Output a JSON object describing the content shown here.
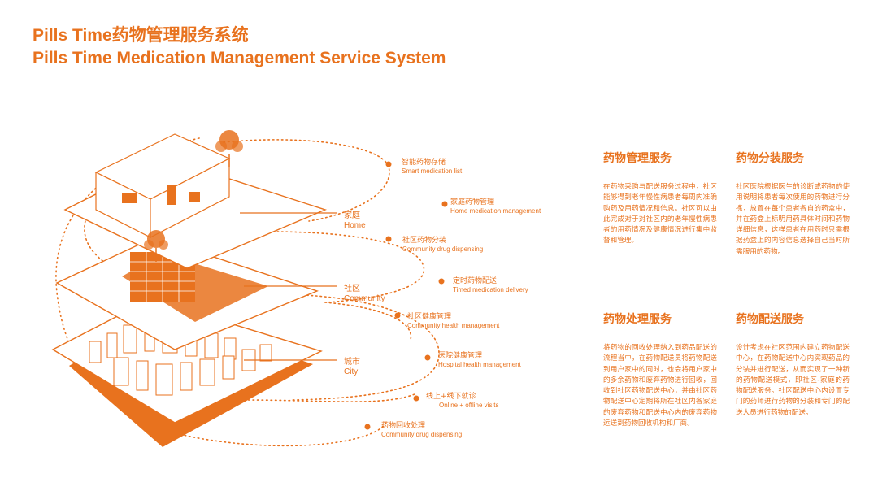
{
  "header": {
    "title_zh": "Pills Time药物管理服务系统",
    "title_en": "Pills Time Medication Management Service System"
  },
  "colors": {
    "accent": "#e8721e",
    "background": "#ffffff"
  },
  "layers": [
    {
      "zh": "家庭",
      "en": "Home"
    },
    {
      "zh": "社区",
      "en": "Community"
    },
    {
      "zh": "城市",
      "en": "City"
    }
  ],
  "flow_nodes": [
    {
      "zh": "智能药物存储",
      "en": "Smart medication list"
    },
    {
      "zh": "家庭药物管理",
      "en": "Home medication management"
    },
    {
      "zh": "社区药物分装",
      "en": "Community drug dispensing"
    },
    {
      "zh": "定时药物配送",
      "en": "Timed medication delivery"
    },
    {
      "zh": "社区健康管理",
      "en": "Community health management"
    },
    {
      "zh": "医院健康管理",
      "en": "Hospital health management"
    },
    {
      "zh": "线上+线下就诊",
      "en": "Online + offline visits"
    },
    {
      "zh": "药物回收处理",
      "en": "Community drug dispensing"
    }
  ],
  "services": [
    {
      "title": "药物管理服务",
      "body": "在药物采购与配送服务过程中，社区能够得到老年慢性病患者每周内准确购药及用药情况和信息。社区可以由此完成对于对社区内的老年慢性病患者的用药情况及健康情况进行集中监督和管理。"
    },
    {
      "title": "药物分装服务",
      "body": "社区医院根据医生的诊断或药物的使用说明将患者每次使用的药物进行分拣，放置在每个患者各自的药盒中，并在药盒上标明用药具体时间和药物详细信息，这样患者在用药时只需根据药盒上的内容信息选择自己当时所需服用的药物。"
    },
    {
      "title": "药物处理服务",
      "body": "将药物的回收处理纳入到药品配送的流程当中，在药物配送员将药物配送到用户家中的同时，也会将用户家中的多余药物和废弃药物进行回收，回收到社区药物配送中心，并由社区药物配送中心定期将所在社区内各家庭的废弃药物和配送中心内的废弃药物运送到药物回收机构和厂商。"
    },
    {
      "title": "药物配送服务",
      "body": "设计考虑在社区范围内建立药物配送中心，在药物配送中心内实现药品的分装并进行配送，从而实现了一种新的药物配送模式，即社区-家庭的药物配送服务。社区配送中心内设置专门的药师进行药物的分装和专门的配送人员进行药物的配送。"
    }
  ]
}
